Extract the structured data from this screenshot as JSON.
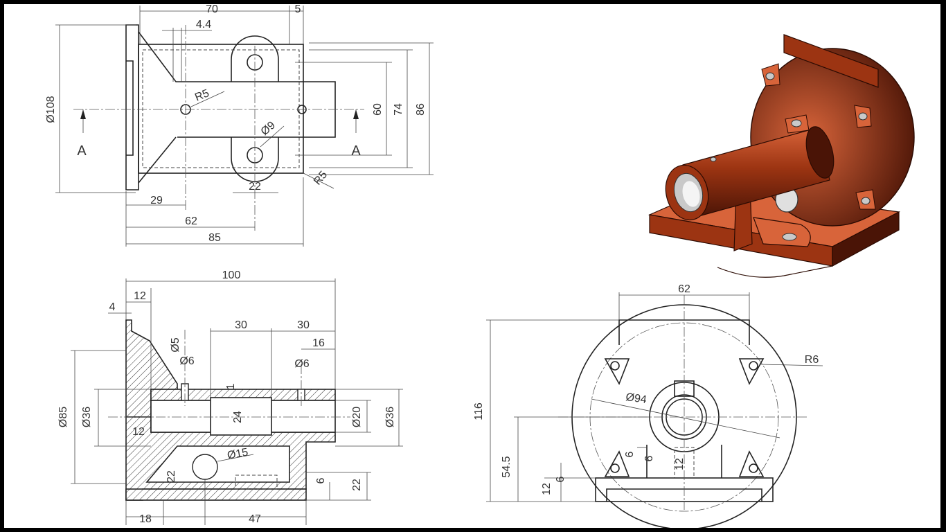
{
  "top_view": {
    "dims": {
      "top_cut_1": "70",
      "top_cut_2": "5",
      "d4_4": "4.4",
      "r5_a": "R5",
      "phi9": "Ø9",
      "r5_b": "R5",
      "d22": "22",
      "d29": "29",
      "d62": "62",
      "d85": "85",
      "phi108": "Ø108",
      "d60": "60",
      "d74": "74",
      "d86": "86",
      "sec_a_left": "A",
      "sec_a_right": "A"
    }
  },
  "front_section": {
    "dims": {
      "d100": "100",
      "d12_top": "12",
      "d4": "4",
      "d30_a": "30",
      "d30_b": "30",
      "d16": "16",
      "phi5": "Ø5",
      "phi6_a": "Ø6",
      "phi6_b": "Ø6",
      "d1": "1",
      "d24": "24",
      "phi85": "Ø85",
      "phi36_left": "Ø36",
      "d12_mid": "12",
      "phi20": "Ø20",
      "phi36_right": "Ø36",
      "phi15": "Ø15",
      "d22_a": "22",
      "d6": "6",
      "d22_b": "22",
      "d18": "18",
      "d47": "47"
    }
  },
  "side_view": {
    "dims": {
      "d62": "62",
      "r6": "R6",
      "phi94": "Ø94",
      "d116": "116",
      "d54_5": "54.5",
      "d12": "12",
      "d6_a": "6",
      "d6_b": "6",
      "d6_c": "6",
      "d12_small": "12"
    }
  },
  "iso_view": {
    "body_color": "#9c3412",
    "highlight_color": "#d8643a",
    "shadow_color": "#4a1406",
    "bore_color": "#c9c9c9"
  }
}
